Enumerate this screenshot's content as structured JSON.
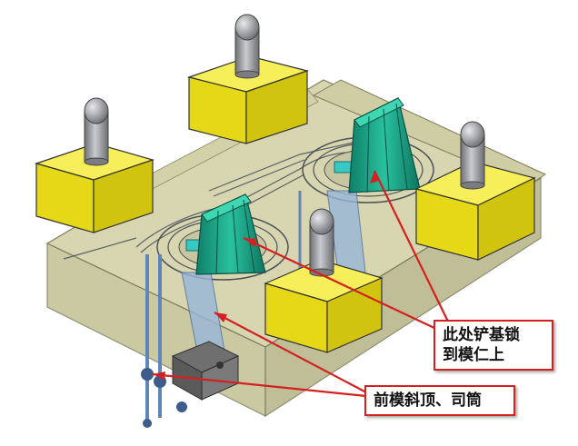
{
  "callouts": {
    "lock": {
      "line1": "此处铲基锁",
      "line2": "到模仁上"
    },
    "lifter": {
      "text": "前模斜顶、司筒"
    }
  },
  "colors": {
    "mold_body": "#c9c79a",
    "yellow_block": "#f2ea1f",
    "lifter_green": "#1aa58a",
    "pin_gray": "#8d8f93",
    "rod_blue": "#5f86b8",
    "callout_red": "#d42020"
  }
}
